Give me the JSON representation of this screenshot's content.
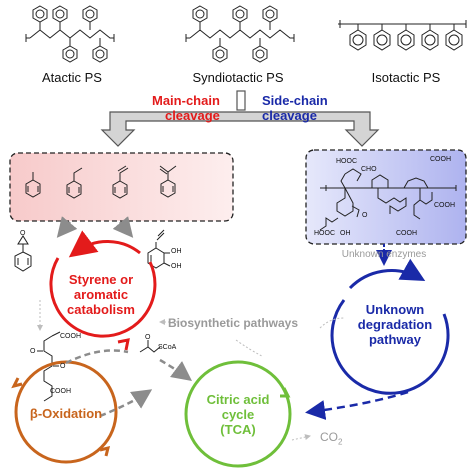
{
  "polymers": {
    "atactic": "Atactic PS",
    "syndiotactic": "Syndiotactic PS",
    "isotactic": "Isotactic PS"
  },
  "cleavage": {
    "main_line1": "Main-chain",
    "main_line2": "cleavage",
    "side_line1": "Side-chain",
    "side_line2": "cleavage"
  },
  "labels": {
    "unknown_enzymes": "Unknown enzymes",
    "biosynthetic": "Biosynthetic pathways",
    "co2": "CO",
    "co2_sub": "2"
  },
  "cycles": {
    "styrene_l1": "Styrene or",
    "styrene_l2": "aromatic",
    "styrene_l3": "catabolism",
    "beta": "β-Oxidation",
    "tca_l1": "Citric acid",
    "tca_l2": "cycle",
    "tca_l3": "(TCA)",
    "unknown_l1": "Unknown",
    "unknown_l2": "degradation",
    "unknown_l3": "pathway"
  },
  "chem_labels": {
    "hooc": "HOOC",
    "cooh": "COOH",
    "cho": "CHO",
    "o": "O",
    "oh": "OH",
    "scoa": "SCoA"
  },
  "colors": {
    "red": "#e31b1b",
    "blue": "#1a2aa8",
    "green": "#6fbf3a",
    "orange": "#c8651d",
    "gray": "#8c8c8c"
  }
}
